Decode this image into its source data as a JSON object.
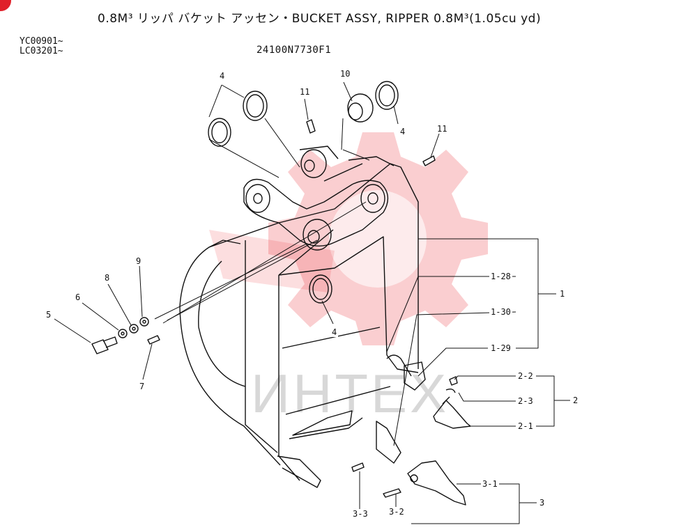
{
  "header": {
    "title": "0.8M³ リッパ バケット アッセン・BUCKET ASSY, RIPPER 0.8M³(1.05cu yd)",
    "serial_1": "YC00901~",
    "serial_2": "LC03201~",
    "part_number": "24100N7730F1"
  },
  "watermark": {
    "text": "ИНТЕХ",
    "color": "#e8222a"
  },
  "callouts": {
    "c4a": "4",
    "c10": "10",
    "c11a": "11",
    "c11b": "11",
    "c4b": "4",
    "c4c": "4",
    "c9": "9",
    "c8": "8",
    "c6": "6",
    "c5": "5",
    "c7": "7",
    "c1": "1",
    "c1_28": "1-28",
    "c1_30": "1-30",
    "c1_29": "1-29",
    "c2": "2",
    "c2_2": "2-2",
    "c2_3": "2-3",
    "c2_1": "2-1",
    "c3": "3",
    "c3_1": "3-1",
    "c3_2": "3-2",
    "c3_3": "3-3"
  }
}
